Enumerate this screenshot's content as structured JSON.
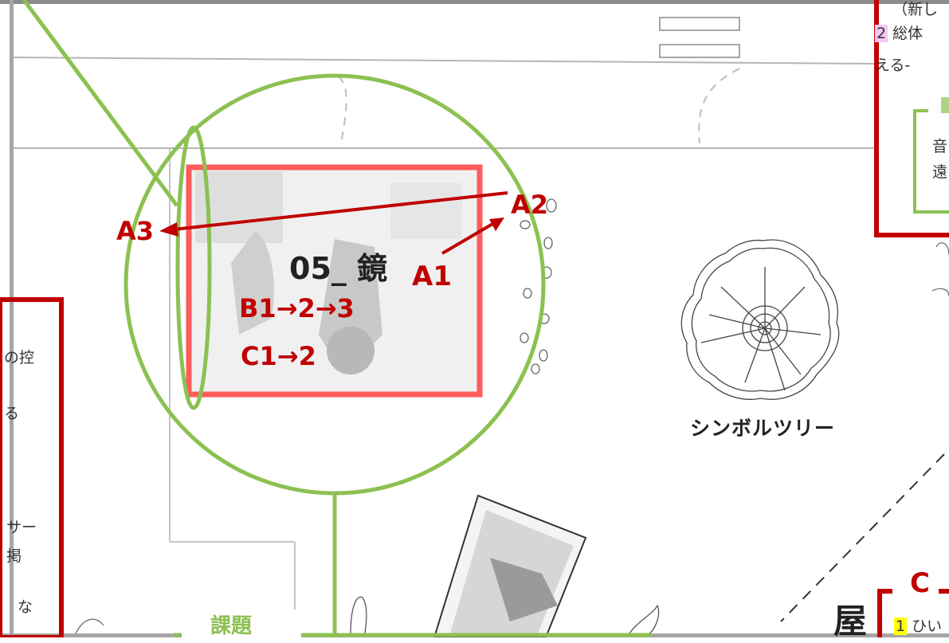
{
  "room_label": "05_ 鏡",
  "route_labels": {
    "a1": "A1",
    "a2": "A2",
    "a3": "A3",
    "b": "B1→2→3",
    "c": "C1→2"
  },
  "tree_label": "シンボルツリー",
  "task_label": "課題",
  "right_box": {
    "line1": "（新し",
    "line2_num": "2",
    "line2_text": "総体",
    "line3": "える-",
    "inner_line1": "音",
    "inner_line2": "遠"
  },
  "left_box_fragments": [
    "の控",
    "る",
    "サー",
    "掲",
    "な"
  ],
  "bottom_right": {
    "letter": "C",
    "num": "1",
    "text": "ひい",
    "floor_char": "屋"
  },
  "colors": {
    "accent_green": "#8cc152",
    "accent_red": "#c00000",
    "frame_red": "#ff5b5b"
  }
}
